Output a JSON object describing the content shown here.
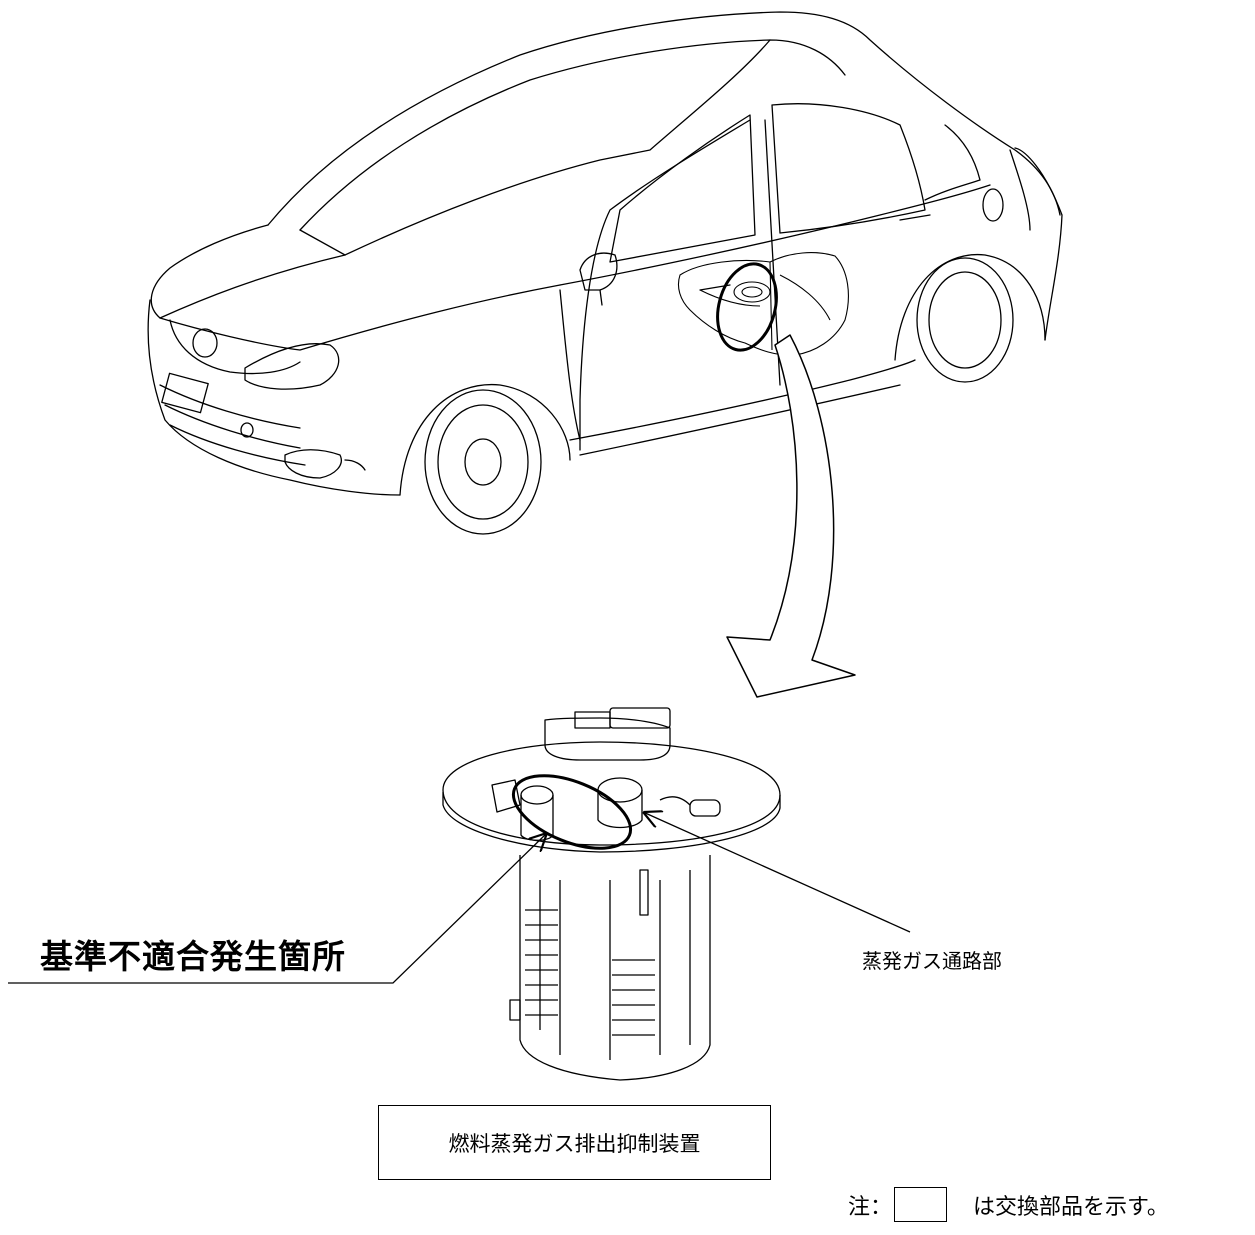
{
  "labels": {
    "defect_location": "基準不適合発生箇所",
    "vapor_passage": "蒸発ガス通路部",
    "part_name": "燃料蒸発ガス排出抑制装置"
  },
  "note": {
    "prefix": "注：",
    "suffix": "は交換部品を示す。"
  },
  "colors": {
    "line": "#000000",
    "background": "#ffffff"
  }
}
